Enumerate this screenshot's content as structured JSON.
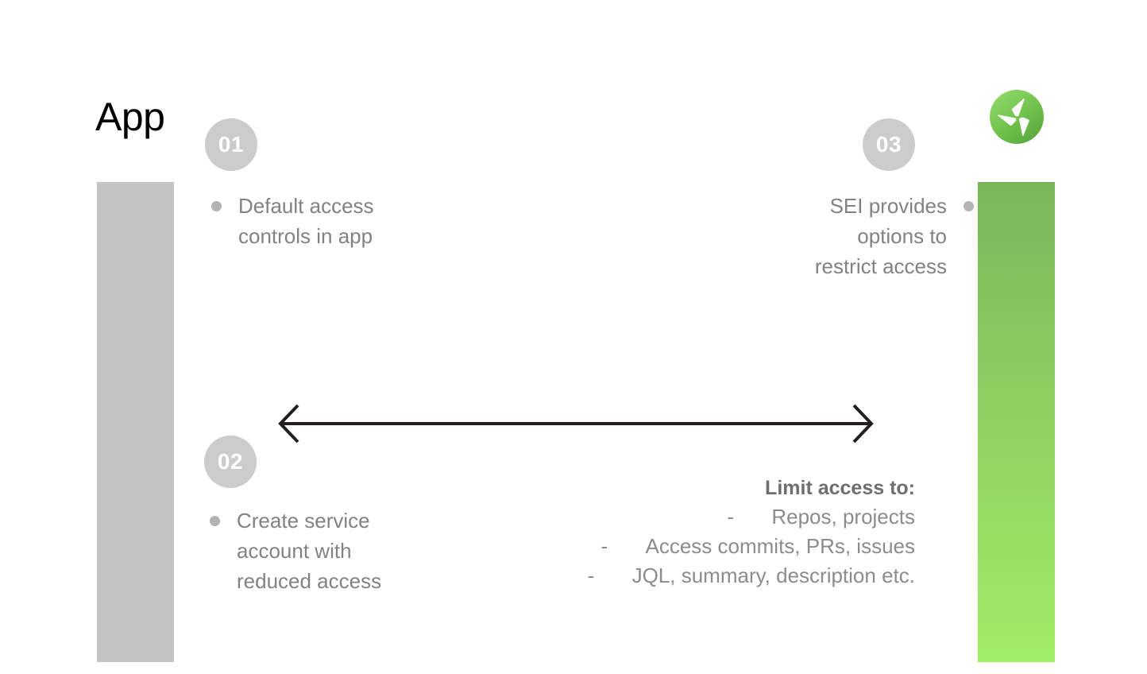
{
  "page": {
    "title": "App",
    "background_color": "#ffffff"
  },
  "bars": {
    "left": {
      "name": "app-column-bar",
      "color": "#c4c4c4"
    },
    "right": {
      "name": "sei-column-bar",
      "gradient_from": "#79b659",
      "gradient_to": "#a1ec67"
    }
  },
  "logo": {
    "name": "sei-propeller-logo",
    "circle_color_from": "#8fd96b",
    "circle_color_to": "#5fae43",
    "blade_color": "#ffffff"
  },
  "steps": [
    {
      "number": "01",
      "align": "left",
      "lines": [
        "Default access",
        "controls in app"
      ]
    },
    {
      "number": "02",
      "align": "left",
      "lines": [
        "Create service",
        "account with",
        "reduced access"
      ]
    },
    {
      "number": "03",
      "align": "right",
      "lines": [
        "SEI provides",
        "options to",
        "restrict access"
      ]
    }
  ],
  "arrow": {
    "name": "bidirectional-arrow",
    "direction": "both",
    "color": "#231f20"
  },
  "limit_access": {
    "title": "Limit access to:",
    "dash": "-",
    "items": [
      "Repos, projects",
      "Access commits, PRs, issues",
      "JQL, summary, description etc."
    ]
  },
  "colors": {
    "badge_background": "#cccccc",
    "badge_text": "#ffffff",
    "body_text": "#828282",
    "bullet": "#b3b3b3",
    "title_text": "#000000",
    "limit_title_text": "#6e6e6e",
    "limit_item_text": "#8c8c8c"
  }
}
